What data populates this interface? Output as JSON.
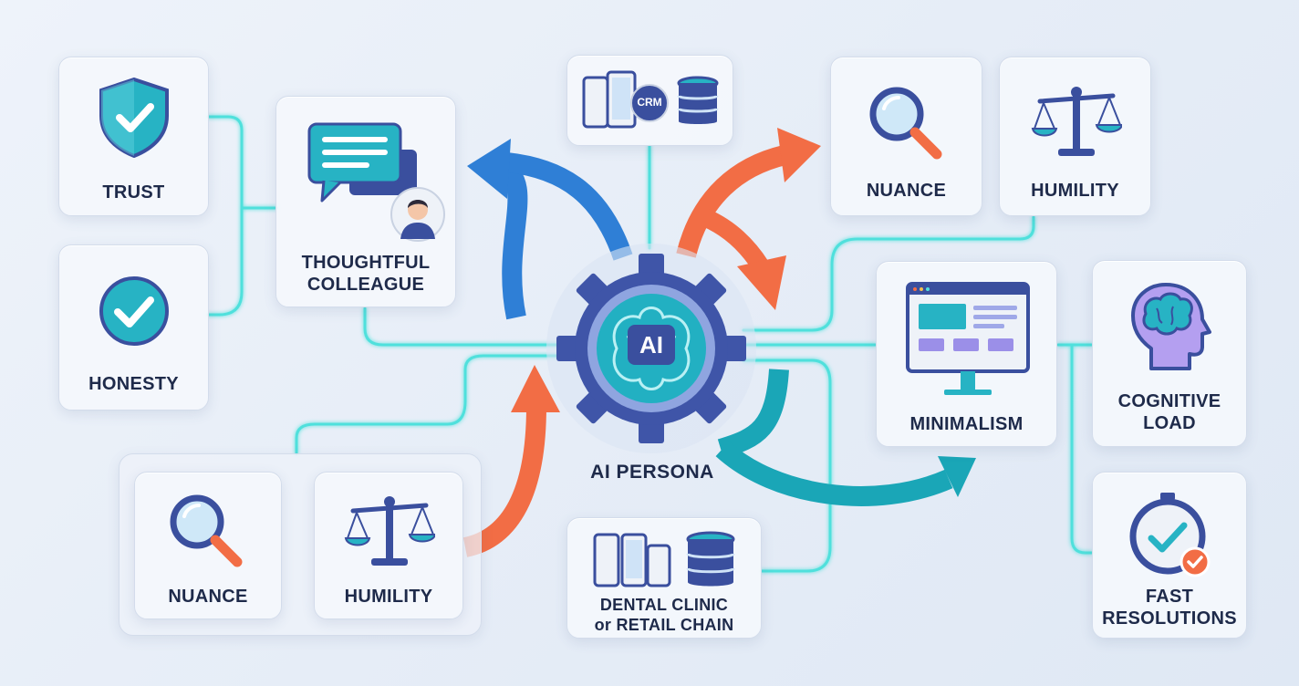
{
  "center": {
    "label": "AI PERSONA",
    "core_text": "AI"
  },
  "nodes": {
    "trust": "TRUST",
    "honesty": "HONESTY",
    "colleague_line1": "THOUGHTFUL",
    "colleague_line2": "COLLEAGUE",
    "crm_badge": "CRM",
    "nuance_top": "NUANCE",
    "humility_top": "HUMILITY",
    "minimalism": "MINIMALISM",
    "cognitive_line1": "COGNITIVE",
    "cognitive_line2": "LOAD",
    "fast_line1": "FAST",
    "fast_line2": "RESOLUTIONS",
    "nuance_bottom": "NUANCE",
    "humility_bottom": "HUMILITY",
    "dental_line1": "DENTAL CLINIC",
    "dental_line2": "or RETAIL CHAIN"
  },
  "colors": {
    "connector": "#4fe0dc",
    "arrow_blue": "#2f7fd6",
    "arrow_orange": "#f26d45",
    "arrow_teal": "#1aa6b7",
    "navy": "#3a4f9e",
    "teal_fill": "#27b3c4"
  },
  "icons": [
    "shield-check-icon",
    "check-circle-icon",
    "chat-bubbles-icon",
    "avatar-icon",
    "phone-icon",
    "crm-icon",
    "database-icon",
    "magnifier-icon",
    "scales-icon",
    "monitor-icon",
    "brain-head-icon",
    "clock-check-icon",
    "gear-icon",
    "brain-icon"
  ]
}
